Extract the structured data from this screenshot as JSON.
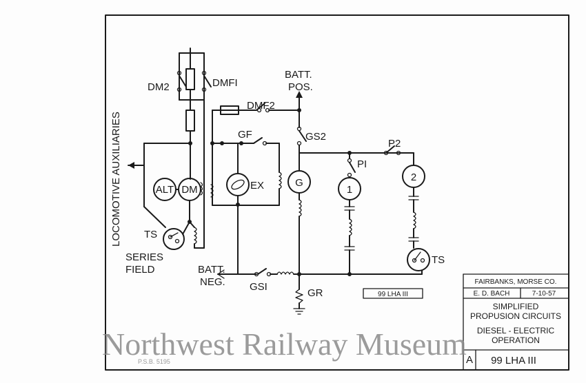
{
  "labels": {
    "dm2": "DM2",
    "dmf1": "DMFI",
    "batt_pos_1": "BATT.",
    "batt_pos_2": "POS.",
    "dmf2": "DMF2",
    "gf": "GF",
    "gs2": "GS2",
    "p2": "P2",
    "p1": "PI",
    "alt": "ALT",
    "dm": "DM",
    "ex": "EX",
    "g": "G",
    "m1": "1",
    "m2": "2",
    "ts_left": "TS",
    "ts_right": "TS",
    "series_1": "SERIES",
    "series_2": "FIELD",
    "batt_neg_1": "BATT.",
    "batt_neg_2": "NEG.",
    "gs1": "GSI",
    "gr": "GR",
    "loco_aux": "LOCOMOTIVE AUXILIARIES",
    "drawing_ref": "99 LHA III"
  },
  "title_block": {
    "company": "FAIRBANKS, MORSE CO.",
    "drawn_by": "E. D. BACH",
    "date": "7-10-57",
    "title_1": "SIMPLIFIED",
    "title_2": "PROPUSION CIRCUITS",
    "title_3": "DIESEL - ELECTRIC",
    "title_4": "OPERATION",
    "size": "A",
    "number": "99 LHA III"
  },
  "watermark": "Northwest Railway Museum",
  "pencil_note": "P.S.B. 5195"
}
